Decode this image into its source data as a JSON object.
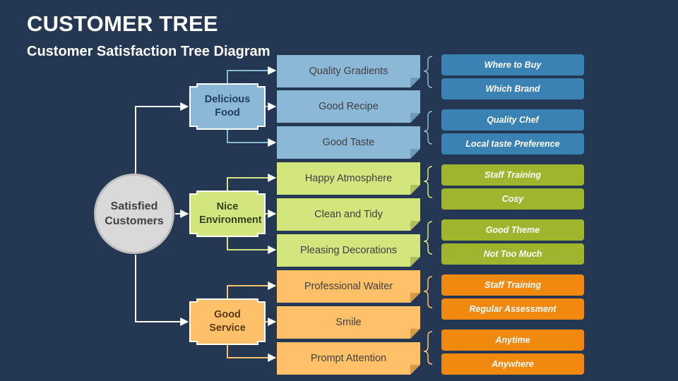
{
  "header": {
    "title": "CUSTOMER TREE",
    "subtitle": "Customer Satisfaction Tree Diagram"
  },
  "root": {
    "label": "Satisfied Customers"
  },
  "colors": {
    "background": "#243853",
    "blue": "#8cb8d8",
    "blue_leaf": "#3b82b4",
    "green": "#d2e67d",
    "green_leaf": "#a0b52e",
    "orange": "#ffc06a",
    "orange_leaf": "#f2890f"
  },
  "branches": [
    {
      "label": "Delicious Food",
      "items": [
        "Quality Gradients",
        "Good Recipe",
        "Good Taste"
      ],
      "leaves": [
        "Where to Buy",
        "Which Brand",
        "Quality Chef",
        "Local taste Preference"
      ]
    },
    {
      "label": "Nice Environment",
      "items": [
        "Happy Atmosphere",
        "Clean and Tidy",
        "Pleasing Decorations"
      ],
      "leaves": [
        "Staff Training",
        "Cosy",
        "Good Theme",
        "Not Too Much"
      ]
    },
    {
      "label": "Good Service",
      "items": [
        "Professional Waiter",
        "Smile",
        "Prompt Attention"
      ],
      "leaves": [
        "Staff Training",
        "Regular Assessment",
        "Anytime",
        "Anywhere"
      ]
    }
  ]
}
